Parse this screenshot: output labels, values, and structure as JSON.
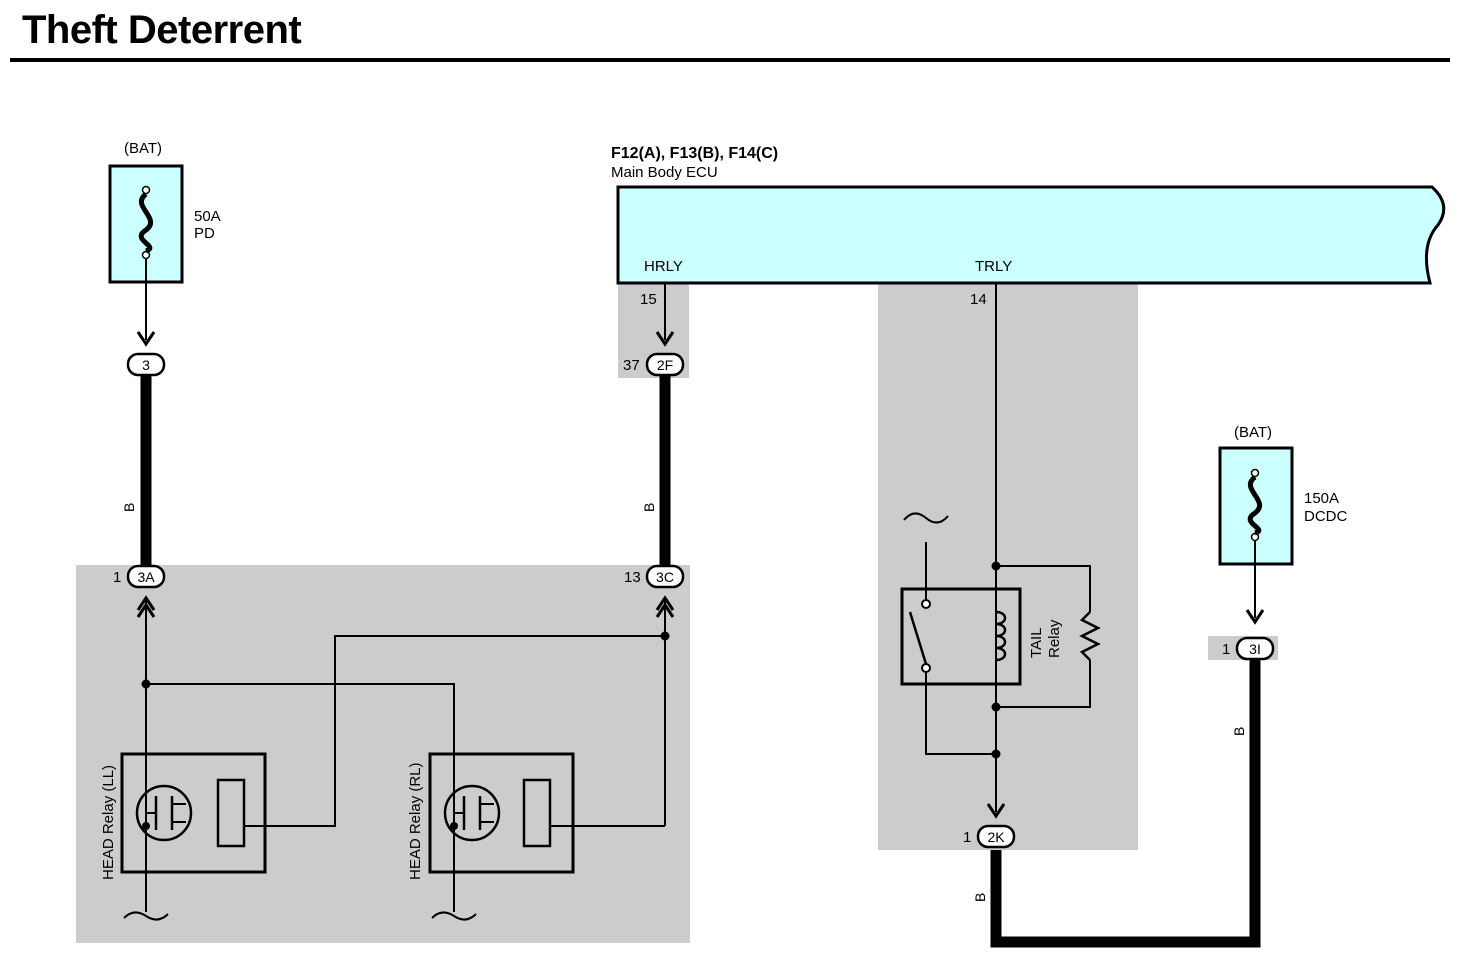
{
  "title": "Theft Deterrent",
  "colors": {
    "ecu_fill": "#ccffff",
    "fuse_fill": "#ccffff",
    "shade": "#cccccc",
    "wire": "#000000"
  },
  "fuse_left": {
    "source": "(BAT)",
    "rating": "50A",
    "name": "PD"
  },
  "fuse_right": {
    "source": "(BAT)",
    "rating": "150A",
    "name": "DCDC"
  },
  "ecu": {
    "connectors": "F12(A), F13(B), F14(C)",
    "name": "Main Body ECU",
    "pins": [
      {
        "name": "HRLY",
        "number": "15"
      },
      {
        "name": "TRLY",
        "number": "14"
      }
    ]
  },
  "connectors": {
    "c3": {
      "id": "3"
    },
    "c2f": {
      "id": "2F",
      "pin": "37"
    },
    "c3a": {
      "id": "3A",
      "pin": "1"
    },
    "c3c": {
      "id": "3C",
      "pin": "13"
    },
    "c2k": {
      "id": "2K",
      "pin": "1"
    },
    "c3i": {
      "id": "3I",
      "pin": "1"
    }
  },
  "wire_color": "B",
  "relays": {
    "head_ll": "HEAD Relay (LL)",
    "head_rl": "HEAD Relay (RL)",
    "tail_line1": "TAIL",
    "tail_line2": "Relay"
  }
}
